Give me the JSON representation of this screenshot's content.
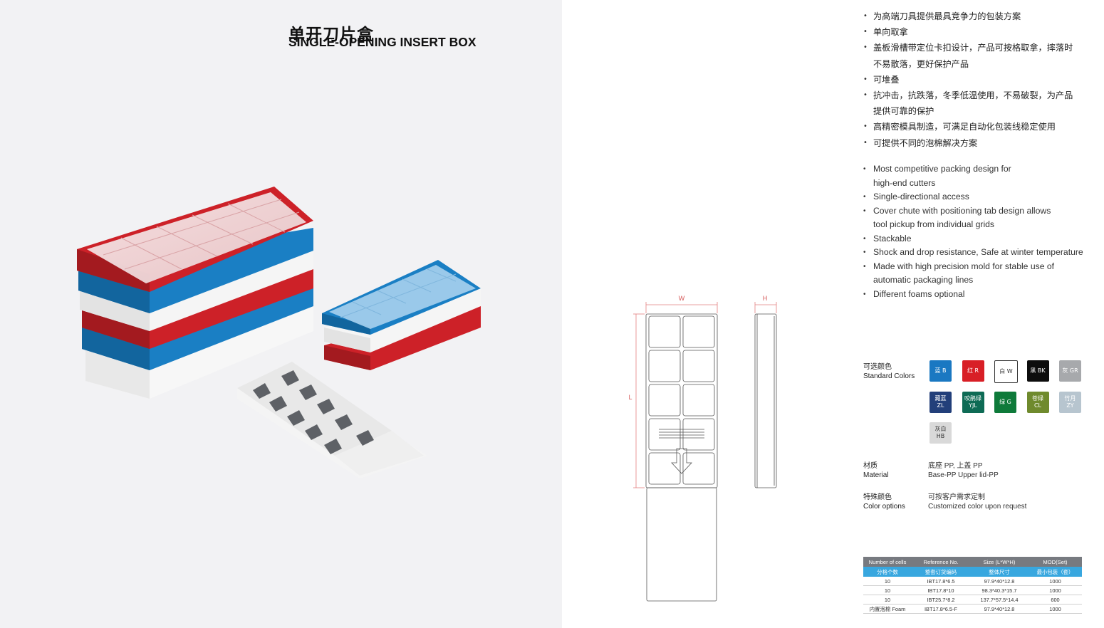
{
  "heading": {
    "title_cn": "单开刀片盒",
    "title_en": "SINGLE-OPENING INSERT BOX"
  },
  "features_cn": [
    "为高端刀具提供最具竞争力的包装方案",
    "单向取拿",
    "盖板滑槽带定位卡扣设计，产品可按格取拿，摔落时",
    "不易散落，更好保护产品",
    "可堆叠",
    "抗冲击，抗跌落，冬季低温使用，不易破裂，为产品",
    "提供可靠的保护",
    "高精密模具制造，可满足自动化包装线稳定使用",
    "可提供不同的泡棉解决方案"
  ],
  "features_en": [
    "Most competitive packing design for",
    "high-end cutters",
    "Single-directional access",
    "Cover chute with positioning tab design allows",
    "tool pickup from individual grids",
    "Stackable",
    "Shock and drop resistance, Safe at winter temperature",
    "Made with high precision mold for stable use of",
    "automatic packaging lines",
    "Different foams optional"
  ],
  "drawing_labels": {
    "width": "W",
    "height": "H",
    "length": "L"
  },
  "colors_section": {
    "label_cn": "可选颜色",
    "label_en": "Standard Colors",
    "swatches": [
      {
        "cn": "蓝",
        "code": "B",
        "hex": "#1a78c2",
        "text": "#ffffff"
      },
      {
        "cn": "红",
        "code": "R",
        "hex": "#d81f26",
        "text": "#ffffff"
      },
      {
        "cn": "白",
        "code": "W",
        "hex": "#ffffff",
        "text": "#333333"
      },
      {
        "cn": "黑",
        "code": "BK",
        "hex": "#0d0d0d",
        "text": "#ffffff"
      },
      {
        "cn": "灰",
        "code": "GR",
        "hex": "#a7a9ac",
        "text": "#ffffff"
      },
      {
        "cn": "藏蓝",
        "code": "ZL",
        "hex": "#223f7a",
        "text": "#ffffff"
      },
      {
        "cn": "咬鹃绿",
        "code": "YJL",
        "hex": "#0e6b55",
        "text": "#ffffff"
      },
      {
        "cn": "绿",
        "code": "G",
        "hex": "#0e7a3a",
        "text": "#ffffff"
      },
      {
        "cn": "苍绿",
        "code": "CL",
        "hex": "#6f8a2d",
        "text": "#ffffff"
      },
      {
        "cn": "竹月",
        "code": "ZY",
        "hex": "#b7c5cf",
        "text": "#ffffff"
      },
      {
        "cn": "灰白",
        "code": "HB",
        "hex": "#d9d9d9",
        "text": "#333333"
      }
    ]
  },
  "material": {
    "label_cn": "材质",
    "label_en": "Material",
    "value_cn": "底座 PP, 上盖 PP",
    "value_en": "Base-PP  Upper lid-PP"
  },
  "color_options": {
    "label_cn": "特殊颜色",
    "label_en": "Color options",
    "value_cn": "可按客户需求定制",
    "value_en": "Customized color upon request"
  },
  "spec_table": {
    "headers_en": [
      "Number of cells",
      "Reference No.",
      "Size (L*W*H)",
      "MOD(Set)"
    ],
    "headers_cn": [
      "分格个数",
      "整套订货编码",
      "整体尺寸",
      "最小包装（套）"
    ],
    "rows": [
      [
        "10",
        "IBT17.8*6.5",
        "97.9*40*12.8",
        "1000"
      ],
      [
        "10",
        "IBT17.8*10",
        "98.3*40.3*15.7",
        "1000"
      ],
      [
        "10",
        "IBT25.7*8.2",
        "137.7*57.5*14.4",
        "600"
      ],
      [
        "内置泡棉 Foam",
        "IBT17.8*6.5-F",
        "97.9*40*12.8",
        "1000"
      ]
    ]
  }
}
